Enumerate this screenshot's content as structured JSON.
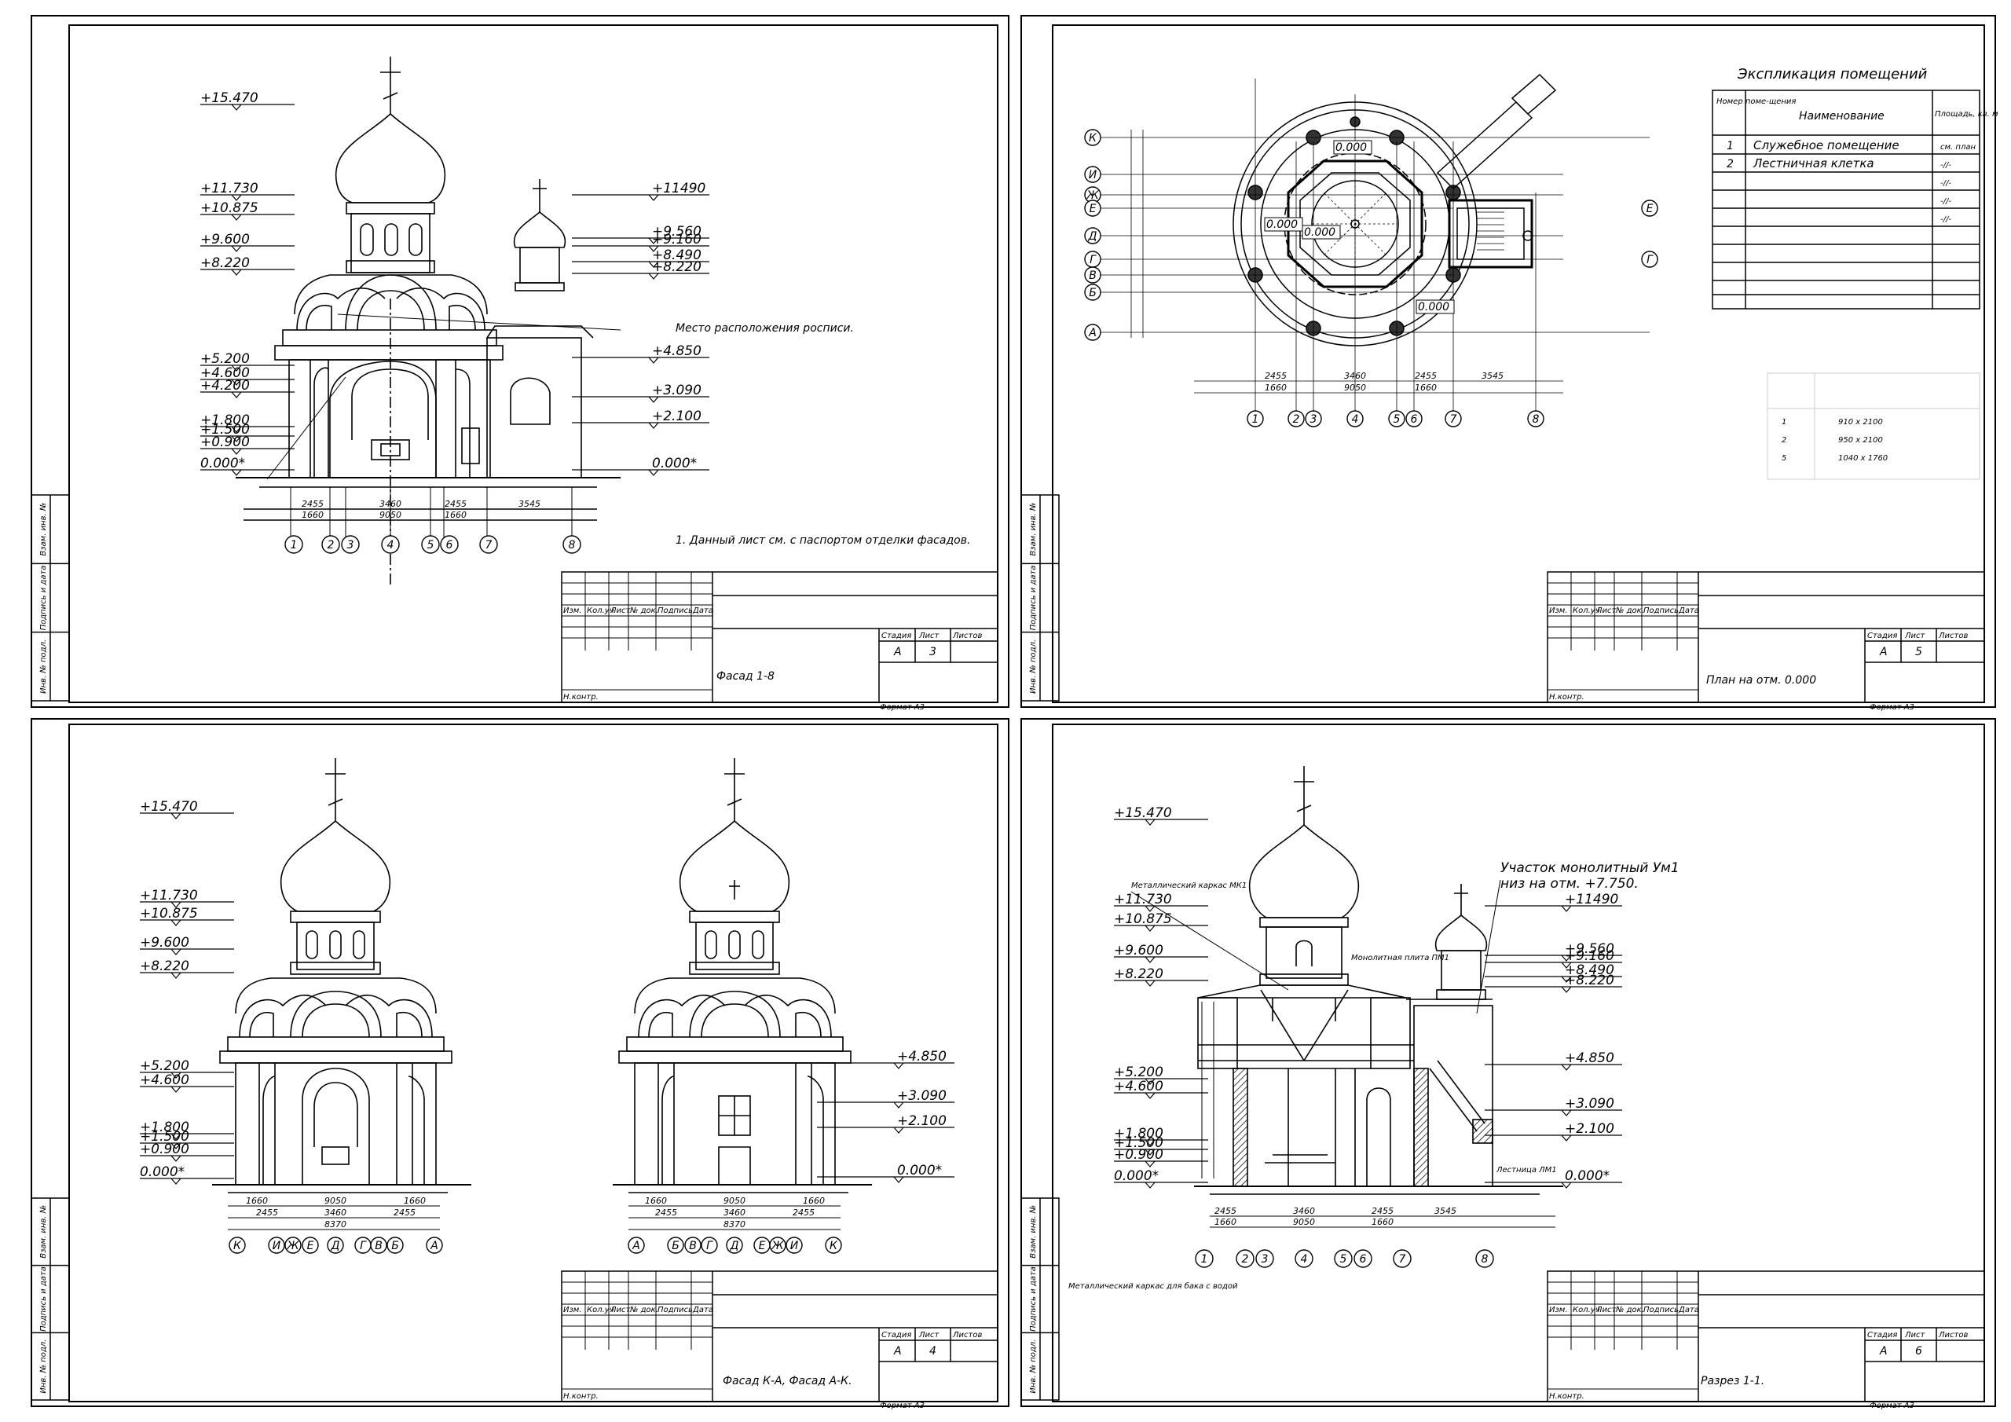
{
  "sheets": [
    {
      "title": "Фасад 1-8",
      "stage": "А",
      "sheet_no": "3",
      "format": "Формат А3",
      "note": "1. Данный лист см. с паспортом отделки фасадов.",
      "callout": "Место расположения росписи.",
      "levels": [
        "+15.470",
        "+11.730",
        "+10.875",
        "+9.600",
        "+8.220",
        "+5.200",
        "+4.600",
        "+4.200",
        "+1.800",
        "+1.500",
        "+0.900",
        "0.000*"
      ],
      "right_levels": [
        "+11490",
        "+9.560",
        "+9.160",
        "+8.490",
        "+8.220",
        "+4.850",
        "+3.090",
        "+2.100",
        "0.000*"
      ],
      "dims_top": [
        "2455",
        "3460",
        "2455",
        "3545"
      ],
      "dims_bottom": [
        "1660",
        "9050",
        "1660"
      ],
      "axes": [
        "1",
        "2",
        "3",
        "4",
        "5",
        "6",
        "7",
        "8"
      ]
    },
    {
      "title": "План на отм. 0.000",
      "stage": "А",
      "sheet_no": "5",
      "format": "Формат А3",
      "expl_title": "Экспликация помещений",
      "expl_headers": [
        "Номер поме-щения",
        "Наименование",
        "Площадь, кв. м"
      ],
      "expl_rows": [
        [
          "1",
          "Служебное помещение",
          "см. план"
        ],
        [
          "2",
          "Лестничная клетка",
          "-//-"
        ],
        [
          "",
          "",
          "-//-"
        ],
        [
          "",
          "",
          "-//-"
        ],
        [
          "",
          "",
          "-//-"
        ]
      ],
      "doors": [
        [
          "1",
          "910 x 2100"
        ],
        [
          "2",
          "950 x 2100"
        ],
        [
          "5",
          "1040 x 1760"
        ]
      ],
      "axes_letters": [
        "К",
        "И",
        "Ж",
        "Е",
        "Д",
        "Г",
        "В",
        "Б",
        "А"
      ],
      "axes_numbers": [
        "1",
        "2",
        "3",
        "4",
        "5",
        "6",
        "7",
        "8"
      ],
      "plan_levels": [
        "0.000",
        "0.000",
        "0.000",
        "0.000"
      ],
      "dims_bottom_top": [
        "2455",
        "3460",
        "2455",
        "3545"
      ],
      "dims_bottom": [
        "1660",
        "9050",
        "1660"
      ]
    },
    {
      "title": "Фасад К-А, Фасад А-К.",
      "stage": "А",
      "sheet_no": "4",
      "format": "Формат А3",
      "levels": [
        "+15.470",
        "+11.730",
        "+10.875",
        "+9.600",
        "+8.220",
        "+5.200",
        "+4.600",
        "+1.800",
        "+1.500",
        "+0.900",
        "0.000*"
      ],
      "right_levels": [
        "+4.850",
        "+3.090",
        "+2.100",
        "0.000*"
      ],
      "left_axes": [
        "К",
        "И",
        "Ж",
        "Е",
        "Д",
        "Г",
        "В",
        "Б",
        "А"
      ],
      "right_axes": [
        "А",
        "Б",
        "В",
        "Г",
        "Д",
        "Е",
        "Ж",
        "И",
        "К"
      ],
      "dims_a": [
        "1660",
        "9050",
        "1660"
      ],
      "dims_b": [
        "2455",
        "3460",
        "2455"
      ],
      "dims_c": [
        "8370"
      ]
    },
    {
      "title": "Разрез 1-1.",
      "stage": "А",
      "sheet_no": "6",
      "format": "Формат А3",
      "callout_top": "Участок монолитный Ум1",
      "callout_top2": "низ на отм. +7.750.",
      "frame_label": "Металлический каркас МК1",
      "slab_label": "Монолитная плита ПМ1",
      "stair_label": "Лестница ЛМ1",
      "tank_label": "Металлический каркас для бака с водой",
      "levels": [
        "+15.470",
        "+11.730",
        "+10.875",
        "+9.600",
        "+8.220",
        "+5.200",
        "+4.600",
        "+1.800",
        "+1.500",
        "+0.900",
        "0.000*"
      ],
      "right_levels": [
        "+11490",
        "+9.560",
        "+9.160",
        "+8.490",
        "+8.220",
        "+4.850",
        "+3.090",
        "+2.100",
        "0.000*"
      ],
      "dims_top": [
        "2455",
        "3460",
        "2455",
        "3545"
      ],
      "dims_bottom": [
        "1660",
        "9050",
        "1660"
      ],
      "axes": [
        "1",
        "2",
        "3",
        "4",
        "5",
        "6",
        "7",
        "8"
      ]
    }
  ],
  "title_block": {
    "cols": [
      "Изм.",
      "Кол.уч",
      "Лист",
      "№ док.",
      "Подпись",
      "Дата"
    ],
    "stage_hdr": "Стадия",
    "sheet_hdr": "Лист",
    "sheets_hdr": "Листов",
    "control": "Н.контр.",
    "side_labels": [
      "Инв. № подл.",
      "Подпись и дата",
      "Взам. инв. №"
    ]
  }
}
